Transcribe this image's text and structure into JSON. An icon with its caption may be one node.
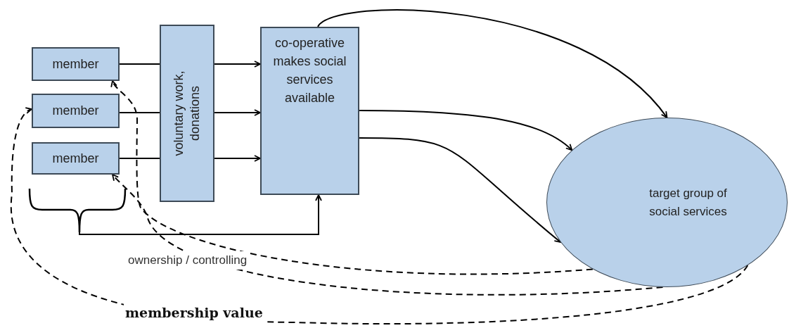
{
  "diagram": {
    "nodes": [
      {
        "text": [
          "member"
        ]
      },
      {
        "text": [
          "member"
        ]
      },
      {
        "text": [
          "member"
        ]
      },
      {
        "text": [
          "voluntary work, donations"
        ]
      },
      {
        "text": [
          "co-operative makes social services available"
        ]
      },
      {
        "text": [
          "target group of social services"
        ]
      },
      {
        "text": [],
        "shape": "brace"
      }
    ],
    "edges": [
      {
        "from": 0,
        "to": 3,
        "arrow": "none"
      },
      {
        "from": 1,
        "to": 3,
        "arrow": "none"
      },
      {
        "from": 2,
        "to": 3,
        "arrow": "none"
      },
      {
        "from": 3,
        "to": 4,
        "arrow": "to"
      },
      {
        "from": 3,
        "to": 4,
        "arrow": "to"
      },
      {
        "from": 3,
        "to": 4,
        "arrow": "to"
      },
      {
        "from": 6,
        "to": 4,
        "arrow": "to"
      },
      {
        "from": 4,
        "to": 5,
        "arrow": "to"
      },
      {
        "from": 4,
        "to": 5,
        "arrow": "to"
      },
      {
        "from": 4,
        "to": 5,
        "arrow": "to"
      },
      {
        "from": 5,
        "to": 0,
        "arrow": "to",
        "style": "dashed"
      },
      {
        "from": 5,
        "to": 2,
        "arrow": "to",
        "style": "dashed"
      },
      {
        "from": 5,
        "to": 1,
        "arrow": "to",
        "style": "dashed"
      }
    ],
    "labels": [
      "ownership / controlling",
      "membership value"
    ]
  }
}
